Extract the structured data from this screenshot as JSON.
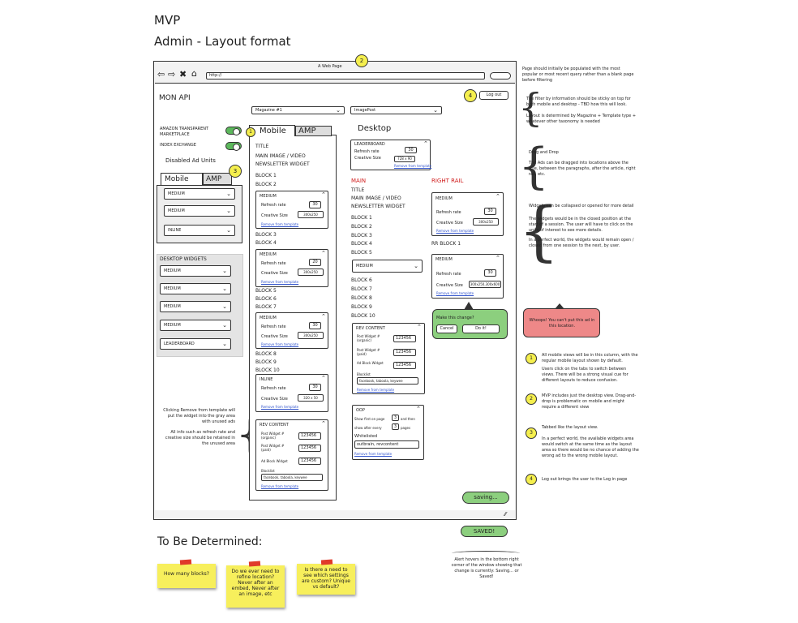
{
  "header": {
    "title": "MVP",
    "subtitle": "Admin - Layout format"
  },
  "browser": {
    "title": "A Web Page",
    "url": "http://",
    "pin": "2"
  },
  "app": {
    "name": "MON API",
    "logout": "Log out",
    "pin4": "4",
    "magazine": "Magazine #1",
    "template": "ImagePost"
  },
  "sidebar": {
    "toggles": [
      {
        "label": "AMAZON TRANSPARENT MARKETPLACE"
      },
      {
        "label": "INDEX EXCHANGE"
      }
    ],
    "disabled_title": "Disabled Ad Units",
    "tabs": [
      "Mobile",
      "AMP"
    ],
    "mobile_units": [
      "MEDIUM",
      "MEDIUM",
      "INLINE"
    ],
    "desktop_title": "DESKTOP WIDGETS",
    "desktop_units": [
      "MEDIUM",
      "MEDIUM",
      "MEDIUM",
      "MEDIUM",
      "LEADERBOARD"
    ]
  },
  "mobile": {
    "tabs": [
      "Mobile",
      "AMP"
    ],
    "title": "TITLE",
    "main": "MAIN IMAGE / VIDEO",
    "news": "NEWSLETTER WIDGET",
    "blocks": {
      "b1": "BLOCK 1",
      "b2": "BLOCK 2",
      "b3": "BLOCK 3",
      "b4": "BLOCK 4",
      "b5": "BLOCK 5",
      "b6": "BLOCK 6",
      "b7": "BLOCK 7",
      "b8": "BLOCK 8",
      "b9": "BLOCK 9",
      "b10": "BLOCK 10"
    },
    "w1": {
      "name": "MEDIUM",
      "refresh_label": "Refresh rate",
      "refresh": "30",
      "size_label": "Creative Size",
      "size": "300x250",
      "remove": "Remove from template"
    },
    "w2": {
      "name": "MEDIUM",
      "refresh_label": "Refresh rate",
      "refresh": "20",
      "size_label": "Creative Size",
      "size": "300x250",
      "remove": "Remove from template"
    },
    "w3": {
      "name": "MEDIUM",
      "refresh_label": "Refresh rate",
      "refresh": "30",
      "size_label": "Creative Size",
      "size": "300x250",
      "remove": "Remove from template"
    },
    "w4": {
      "name": "INLINE",
      "refresh_label": "Refresh rate",
      "refresh": "30",
      "size_label": "Creative Size",
      "size": "320 x 50",
      "remove": "Remove from template"
    },
    "rev": {
      "name": "REV CONTENT",
      "l1": "Post Widget # (organic)",
      "v1": "123456",
      "l2": "Post Widget # (paid)",
      "v2": "123456",
      "l3": "Ad Block Widget",
      "v3": "123456",
      "bl": "Blocklist",
      "blv": "facebook, taboola, keywee",
      "remove": "Remove from template"
    }
  },
  "desktop": {
    "title": "Desktop",
    "lb": {
      "name": "LEADERBOARD",
      "refresh_label": "Refresh rate",
      "refresh": "30",
      "size_label": "Creative Size",
      "size": "728 x 90",
      "remove": "Remove from template"
    },
    "main": "MAIN",
    "right": "RIGHT RAIL",
    "t": "TITLE",
    "mi": "MAIN IMAGE / VIDEO",
    "nw": "NEWSLETTER WIDGET",
    "blocks": {
      "b1": "BLOCK 1",
      "b2": "BLOCK 2",
      "b3": "BLOCK 3",
      "b4": "BLOCK 4",
      "b5": "BLOCK 5",
      "b6": "BLOCK 6",
      "b7": "BLOCK 7",
      "b8": "BLOCK 8",
      "b9": "BLOCK 9",
      "b10": "BLOCK 10"
    },
    "medsel": "MEDIUM",
    "rev": {
      "name": "REV CONTENT",
      "l1": "Post Widget # (organic)",
      "v1": "123456",
      "l2": "Post Widget # (paid)",
      "v2": "123456",
      "l3": "Ad Block Widget",
      "v3": "123456",
      "bl": "Blocklist",
      "blv": "facebook, taboola, keywee",
      "remove": "Remove from template"
    },
    "oop": {
      "name": "OOP",
      "l1": "Show first on page",
      "v1": "3",
      "l1b": "and then",
      "l2": "show after every",
      "v2": "3",
      "l2b": "pages",
      "wl": "Whitelisted",
      "wlv": "outbrain, revcontent",
      "remove": "Remove from template"
    },
    "r1": {
      "name": "MEDIUM",
      "refresh_label": "Refresh rate",
      "refresh": "30",
      "size_label": "Creative Size",
      "size": "300x250",
      "remove": "Remove from template"
    },
    "rr": "RR BLOCK 1",
    "r2": {
      "name": "MEDIUM",
      "refresh_label": "Refresh rate",
      "refresh": "30",
      "size_label": "Creative Size",
      "size": "300x250,300x600",
      "remove": "Remove from template"
    },
    "confirm": {
      "q": "Make this change?",
      "cancel": "Cancel",
      "ok": "Do it!"
    },
    "saving": "saving..."
  },
  "notes": {
    "n1": "Page should initially be populated with the most popular or most recent query rather than a blank page before filtering",
    "n2": "The filter by information should be sticky on top for both mobile and desktop - TBD how this will look.",
    "n3": "Layout is determined by Magazine + Template type + whatever other taxonomy is needed",
    "n4a": "Drag and Drop",
    "n4b": "The Ads can be dragged into locations above the title, between the paragraphs, after the article, right rail, etc.",
    "n5a": "Widgets can be collapsed or opened for more detail",
    "n5b": "The widgets would be in the closed position at the start of a session. The user will have to click on the units of interest to see more details.",
    "n5c": "In a perfect world, the widgets would remain open / closed from one session to the next, by user.",
    "err": "Whoops! You can't put this ad in this location.",
    "p1a": "All mobile views will be in this column, with the regular mobile layout shown by default.",
    "p1b": "Users click on the tabs to switch between views. There will be a strong visual cue for different layouts to reduce confusion.",
    "p2": "MVP includes just the desktop view. Drag-and-drop is problematic on mobile and might require a different view",
    "p3a": "Tabbed like the layout view.",
    "p3b": "In a perfect world, the available widgets area would switch at the same time as the layout area so there would be no chance of adding the wrong ad to the wrong mobile layout.",
    "p4": "Log out brings the user to the Log in page",
    "left1": "Clicking Remove from template will put the widget into the gray area with unused ads",
    "left2": "All info such as refresh rate and creative size should be retained in the unused area",
    "saved": "SAVED!",
    "alert": "Alert hovers in the bottom right corner of the window showing that change is currently: Saving... or Saved!"
  },
  "tbd": {
    "title": "To Be Determined:",
    "s1": "How many blocks?",
    "s2": "Do we ever need to refine location? Never after an embed, Never after an image, etc",
    "s3": "Is there a need to see which settings are custom? Unique vs default?"
  },
  "pins": {
    "p1": "1",
    "p2": "2",
    "p3": "3",
    "p4": "4"
  }
}
